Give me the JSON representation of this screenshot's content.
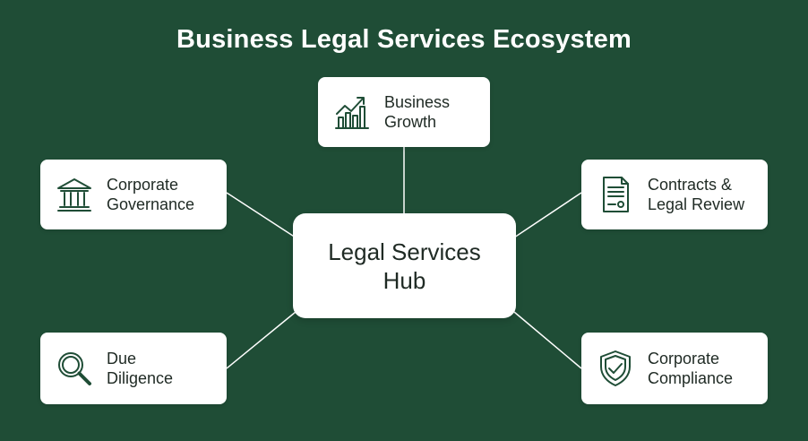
{
  "title": "Business Legal Services Ecosystem",
  "hub": {
    "label": "Legal Services\nHub"
  },
  "nodes": {
    "growth": {
      "label": "Business\nGrowth",
      "icon": "growth-chart-icon"
    },
    "governance": {
      "label": "Corporate\nGovernance",
      "icon": "courthouse-icon"
    },
    "contracts": {
      "label": "Contracts &\nLegal Review",
      "icon": "contract-document-icon"
    },
    "diligence": {
      "label": "Due\nDiligence",
      "icon": "magnifier-icon"
    },
    "compliance": {
      "label": "Corporate\nCompliance",
      "icon": "shield-check-icon"
    }
  },
  "colors": {
    "background": "#1f4d36",
    "card": "#ffffff",
    "text": "#1f2a24",
    "icon": "#1f4d36",
    "connector": "#ffffff"
  }
}
